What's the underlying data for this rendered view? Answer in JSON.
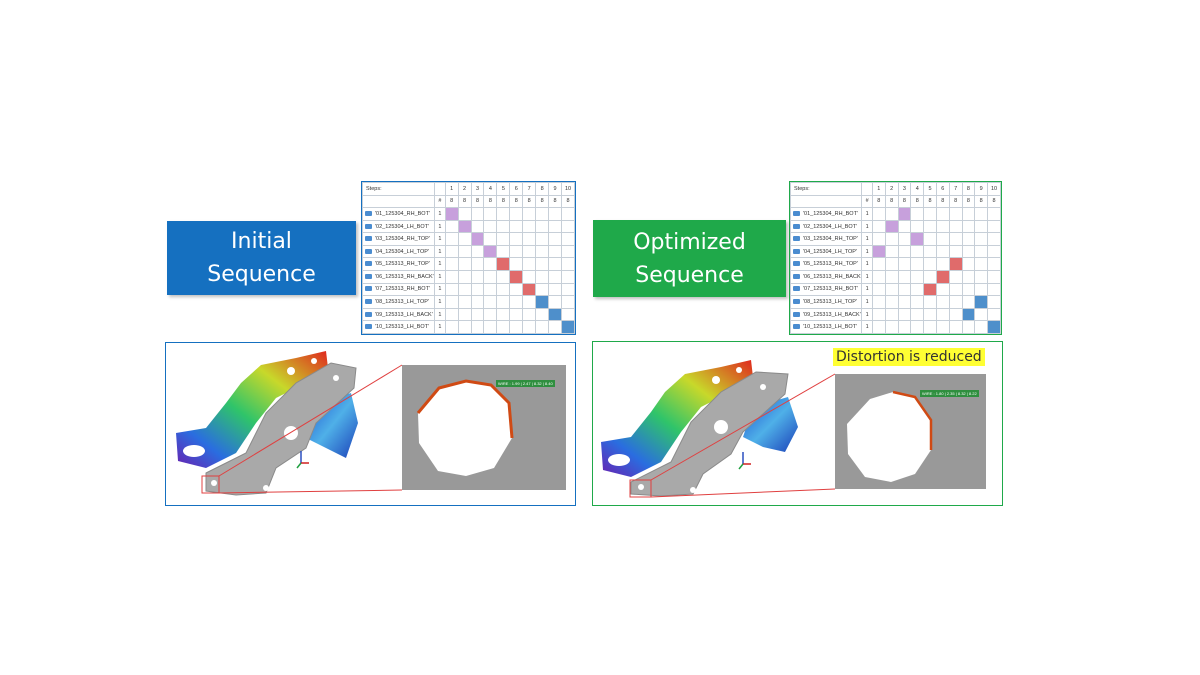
{
  "left": {
    "label_lines": [
      "Initial",
      "Sequence"
    ],
    "color": "#1570c0",
    "steps_header": "Steps:",
    "count_header": "#",
    "step_numbers": [
      "1",
      "2",
      "3",
      "4",
      "5",
      "6",
      "7",
      "8",
      "9",
      "10"
    ],
    "step_counts": [
      "8",
      "8",
      "8",
      "8",
      "8",
      "8",
      "8",
      "8",
      "8",
      "8"
    ],
    "rows": [
      {
        "name": "'01_125304_RH_BOT'",
        "count": "1",
        "active": 1,
        "color": "#c7a0dc"
      },
      {
        "name": "'02_125304_LH_BOT'",
        "count": "1",
        "active": 2,
        "color": "#c7a0dc"
      },
      {
        "name": "'03_125304_RH_TOP'",
        "count": "1",
        "active": 3,
        "color": "#c7a0dc"
      },
      {
        "name": "'04_125304_LH_TOP'",
        "count": "1",
        "active": 4,
        "color": "#c7a0dc"
      },
      {
        "name": "'05_125313_RH_TOP'",
        "count": "1",
        "active": 5,
        "color": "#e06b6b"
      },
      {
        "name": "'06_125313_RH_BACK'",
        "count": "1",
        "active": 6,
        "color": "#e06b6b"
      },
      {
        "name": "'07_125313_RH_BOT'",
        "count": "1",
        "active": 7,
        "color": "#e06b6b"
      },
      {
        "name": "'08_125313_LH_TOP'",
        "count": "1",
        "active": 8,
        "color": "#4e8fcb"
      },
      {
        "name": "'09_125313_LH_BACK'",
        "count": "1",
        "active": 9,
        "color": "#4e8fcb"
      },
      {
        "name": "'10_125313_LH_BOT'",
        "count": "1",
        "active": 10,
        "color": "#4e8fcb"
      }
    ],
    "zoom_readout": "WIRE : 1.99 | 2.47 | 8.32 | 8.40"
  },
  "right": {
    "label_lines": [
      "Optimized",
      "Sequence"
    ],
    "color": "#1fa94a",
    "steps_header": "Steps:",
    "count_header": "#",
    "step_numbers": [
      "1",
      "2",
      "3",
      "4",
      "5",
      "6",
      "7",
      "8",
      "9",
      "10"
    ],
    "step_counts": [
      "8",
      "8",
      "8",
      "8",
      "8",
      "8",
      "8",
      "8",
      "8",
      "8"
    ],
    "rows": [
      {
        "name": "'01_125304_RH_BOT'",
        "count": "1",
        "active": 3,
        "color": "#c7a0dc"
      },
      {
        "name": "'02_125304_LH_BOT'",
        "count": "1",
        "active": 2,
        "color": "#c7a0dc"
      },
      {
        "name": "'03_125304_RH_TOP'",
        "count": "1",
        "active": 4,
        "color": "#c7a0dc"
      },
      {
        "name": "'04_125304_LH_TOP'",
        "count": "1",
        "active": 1,
        "color": "#c7a0dc"
      },
      {
        "name": "'05_125313_RH_TOP'",
        "count": "1",
        "active": 7,
        "color": "#e06b6b"
      },
      {
        "name": "'06_125313_RH_BACK'",
        "count": "1",
        "active": 6,
        "color": "#e06b6b"
      },
      {
        "name": "'07_125313_RH_BOT'",
        "count": "1",
        "active": 5,
        "color": "#e06b6b"
      },
      {
        "name": "'08_125313_LH_TOP'",
        "count": "1",
        "active": 9,
        "color": "#4e8fcb"
      },
      {
        "name": "'09_125313_LH_BACK'",
        "count": "1",
        "active": 8,
        "color": "#4e8fcb"
      },
      {
        "name": "'10_125313_LH_BOT'",
        "count": "1",
        "active": 10,
        "color": "#4e8fcb"
      }
    ],
    "zoom_readout": "WIRE : 1.80 | 2.35 | 8.32 | 8.22",
    "note": "Distortion is reduced"
  },
  "colors": {
    "zoom_line": "#e04040",
    "zoom_bg": "#999999",
    "readout_bg": "#2f8f3f",
    "part_gray": "#a9a9a9"
  }
}
